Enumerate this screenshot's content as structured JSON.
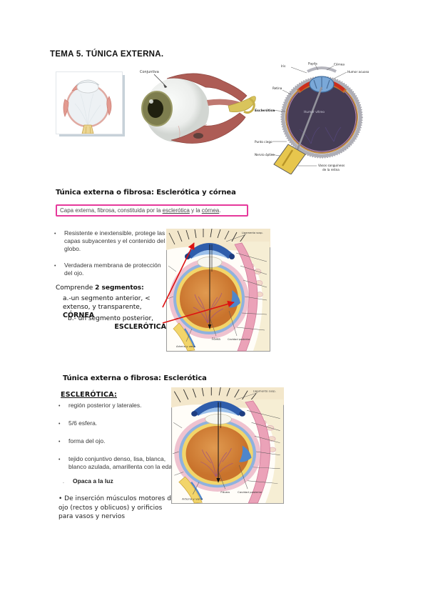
{
  "page": {
    "title": "TEMA 5. TÚNICA EXTERNA."
  },
  "figures": {
    "eyeball_label": "Conjuntiva",
    "dark_diagram": {
      "iris": "Iris",
      "pupila": "Pupila",
      "cornea": "Córnea",
      "humor_acuoso": "Humor acuoso",
      "retina": "Retina",
      "esclerotica": "Esclerótica",
      "humor_vitreo": "Humor vítreo",
      "punto_ciego": "Punto ciego",
      "nervio_optico": "Nervio óptico",
      "vasos_line1": "Vasos sanguíneos",
      "vasos_line2": "de la retina"
    },
    "illustration": {
      "ligamento": "Ligamento susp.",
      "fovea": "Fóvea",
      "cavidad": "Cavidad posterior",
      "arteria": "Arteria y vena"
    }
  },
  "section1": {
    "heading": "Túnica externa o fibrosa: Esclerótica y córnea",
    "box": {
      "t1": "Capa externa, fibrosa, constituida por la ",
      "u1": "esclerótica",
      "t2": " y la ",
      "u2": "córnea",
      "t3": "."
    },
    "bullets": [
      "Resistente e inextensible, protege las capas subyacentes y el contenido del globo.",
      "Verdadera membrana de protección del ojo."
    ],
    "comprende_prefix": "Comprende ",
    "comprende_bold": "2 segmentos:",
    "seg_a_text": "a.-un segmento anterior, < extenso, y transparente, ",
    "seg_a_bold": "CÓRNEA",
    "seg_b_text": "b.- un segmento posterior,",
    "seg_b_bold": "ESCLERÓTICA"
  },
  "section2": {
    "heading": "Túnica externa o fibrosa: Esclerótica",
    "subheading": "ESCLERÓTICA:",
    "bullets": [
      "región posterior y laterales.",
      "5/6 esfera.",
      "forma del ojo.",
      "tejido conjuntivo denso, lisa, blanca, blanco azulada, amarillenta con la edad."
    ],
    "opaca": "Opaca a la luz",
    "insercion": "• De inserción músculos motores del ojo (rectos y oblicuos) y orificios para vasos y nervios"
  },
  "colors": {
    "highlight_border": "#e6399b",
    "arrow_red": "#dd1111"
  }
}
